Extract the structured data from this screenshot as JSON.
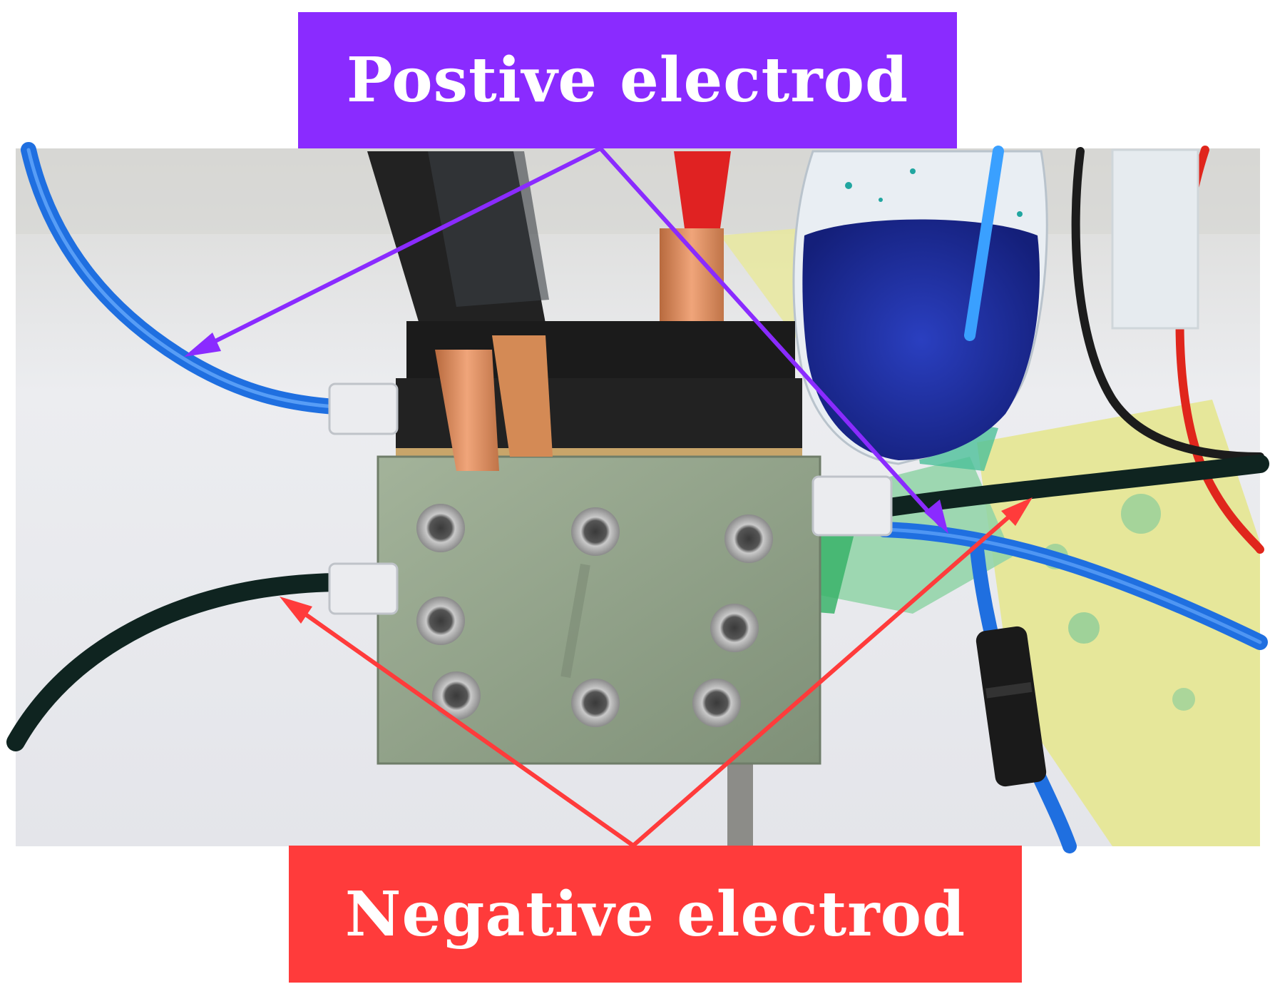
{
  "labels": {
    "positive": "Postive electrod",
    "negative": "Negative electrod"
  },
  "colors": {
    "positive_accent": "#8a2bff",
    "negative_accent": "#ff3b3b",
    "blue_tube": "#1f6fe0",
    "black_tube": "#0f2420",
    "copper": "#d98a5a",
    "cell_plate": "#93a38c",
    "electrolyte": "#1a2fa0",
    "bench": "#e8e9ee"
  },
  "icons": {
    "photo": "flow-battery-setup-photo"
  }
}
